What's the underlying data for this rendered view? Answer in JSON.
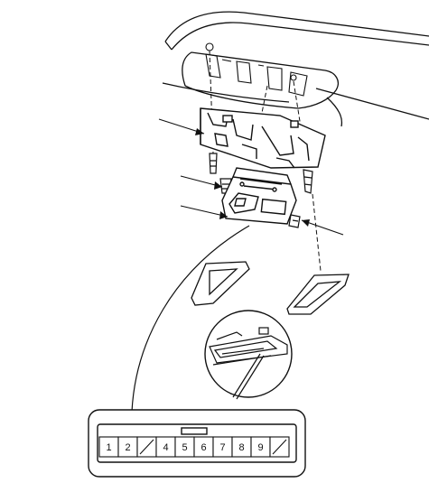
{
  "connector": {
    "pins": [
      "1",
      "2",
      "",
      "4",
      "5",
      "6",
      "7",
      "8",
      "9",
      ""
    ]
  }
}
